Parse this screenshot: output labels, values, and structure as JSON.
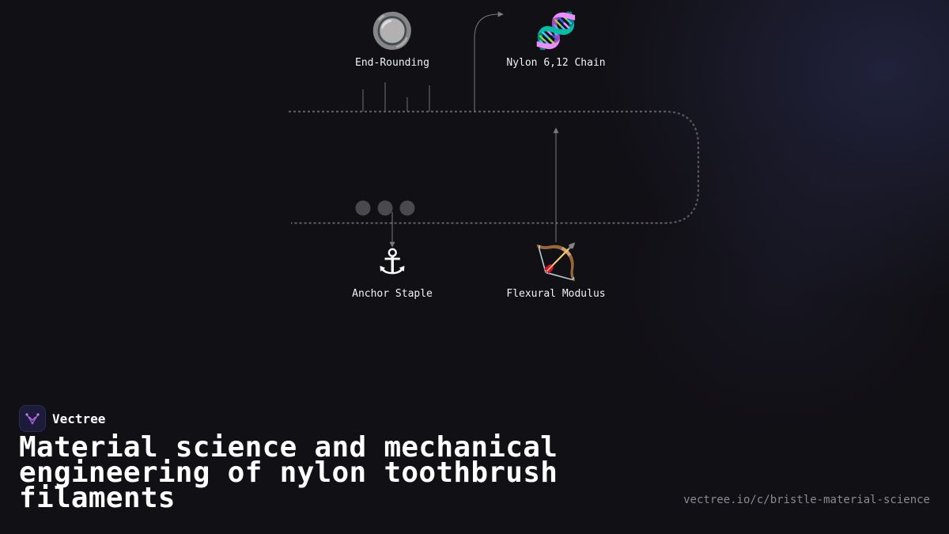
{
  "nodes": {
    "end_rounding": {
      "emoji": "🔘",
      "label": "End-Rounding"
    },
    "nylon_chain": {
      "emoji": "🧬",
      "label": "Nylon 6,12 Chain"
    },
    "anchor_staple": {
      "emoji": "⚓",
      "label": "Anchor Staple"
    },
    "flexural_modulus": {
      "emoji": "🏹",
      "label": "Flexural Modulus"
    }
  },
  "brand": {
    "name": "Vectree"
  },
  "title": "Material science and mechanical engineering of nylon toothbrush filaments",
  "url": "vectree.io/c/bristle-material-science",
  "colors": {
    "background": "#111015",
    "track": "#5a5a5e",
    "connector": "#6e6e72",
    "dot": "#4a4a4c",
    "logo_accent": "#a05ad8"
  }
}
